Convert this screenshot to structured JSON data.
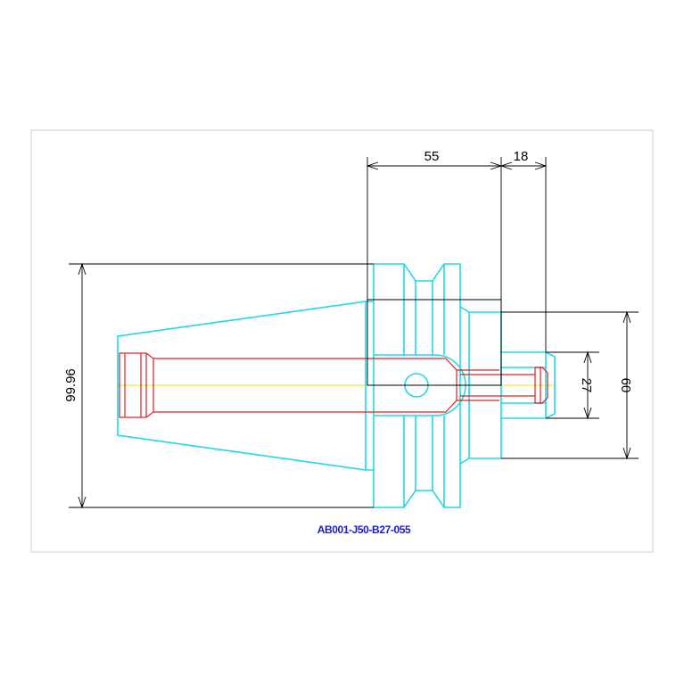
{
  "drawing": {
    "part_code": "AB001-J50-B27-055",
    "dimensions": {
      "length_55": "55",
      "length_18": "18",
      "dia_99_96": "99.96",
      "dia_60": "60",
      "dia_27": "27"
    }
  },
  "colors": {
    "frame": "#cfcfcf",
    "body_outline": "#22d8e4",
    "bore": "#e02020",
    "centerline": "#e8e800",
    "dimension": "#000000",
    "label": "#1a1acc"
  }
}
